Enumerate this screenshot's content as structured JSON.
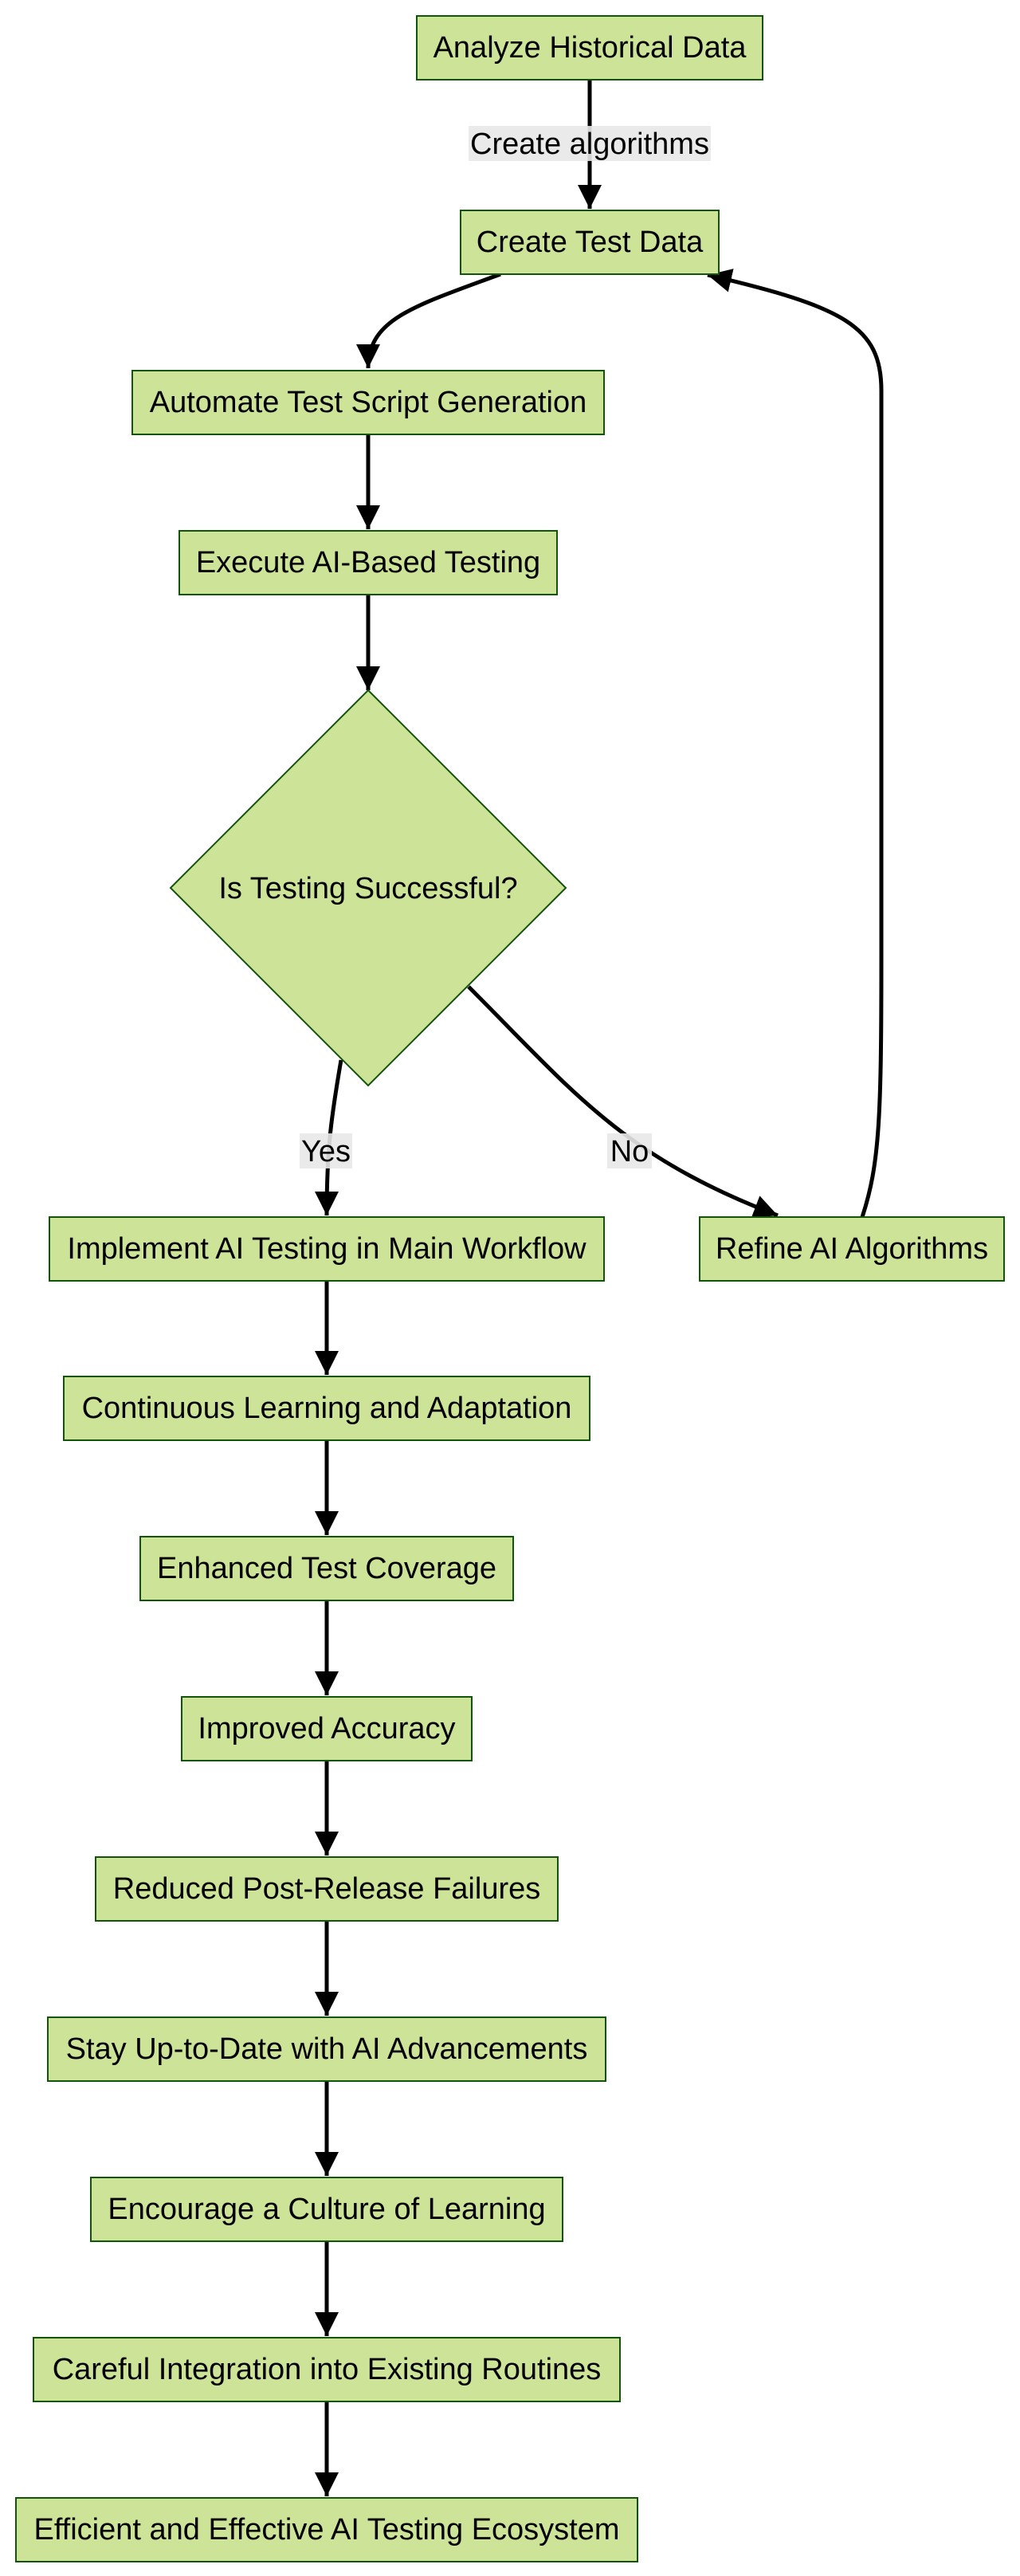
{
  "colors": {
    "node_fill": "#cde498",
    "node_stroke": "#13540c",
    "edge": "#000000",
    "edge_label_bg": "#e8e8e8"
  },
  "nodes": {
    "analyze": "Analyze Historical Data",
    "create_test_data": "Create Test Data",
    "automate": "Automate Test Script Generation",
    "execute": "Execute AI-Based Testing",
    "decision": "Is Testing Successful?",
    "implement": "Implement AI Testing in Main Workflow",
    "refine": "Refine AI Algorithms",
    "continuous": "Continuous Learning and Adaptation",
    "enhanced": "Enhanced Test Coverage",
    "improved": "Improved Accuracy",
    "reduced": "Reduced Post-Release Failures",
    "stay": "Stay Up-to-Date with AI Advancements",
    "encourage": "Encourage a Culture of Learning",
    "careful": "Careful Integration into Existing Routines",
    "efficient": "Efficient and Effective AI Testing Ecosystem"
  },
  "edge_labels": {
    "create_algorithms": "Create algorithms",
    "yes": "Yes",
    "no": "No"
  }
}
